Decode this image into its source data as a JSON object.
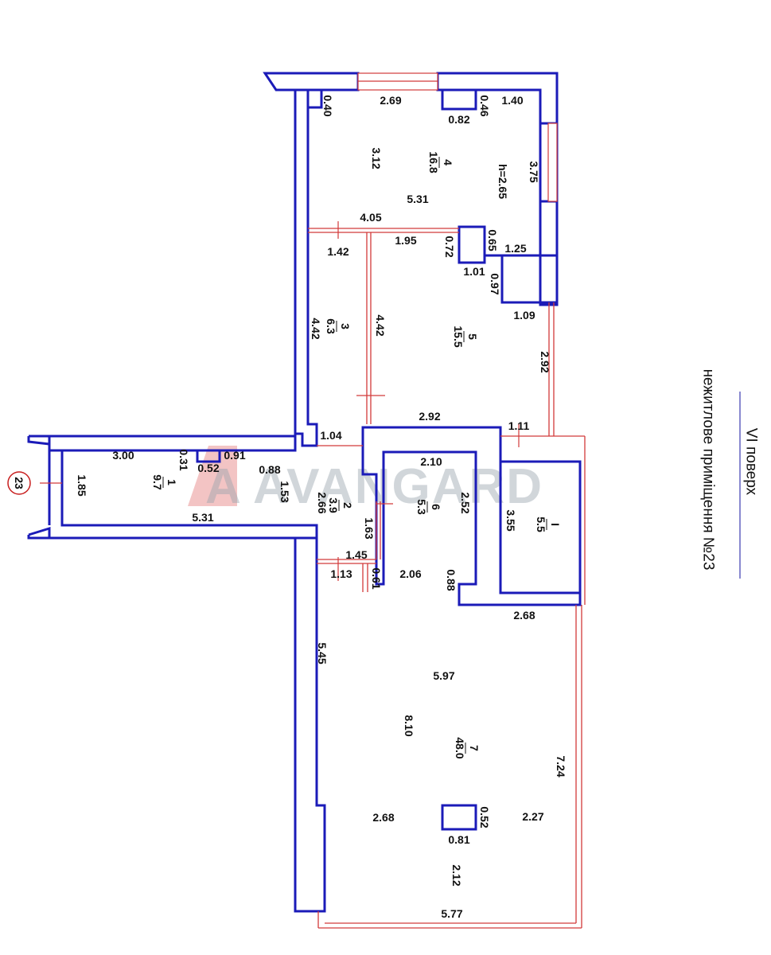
{
  "title": {
    "floor": "VI поверх",
    "premises": "нежитлове приміщення №23"
  },
  "unit_marker": "23",
  "logo": "AVANGARD",
  "logo_letter": "A",
  "height_note": "h=2.65",
  "rooms": [
    {
      "number": "1",
      "area": "9.7"
    },
    {
      "number": "2",
      "area": "3.9"
    },
    {
      "number": "3",
      "area": "6.3"
    },
    {
      "number": "4",
      "area": "16.8"
    },
    {
      "number": "5",
      "area": "15.5"
    },
    {
      "number": "6",
      "area": "5.3"
    },
    {
      "number": "7",
      "area": "48.0"
    },
    {
      "number": "I",
      "area": "5.5"
    }
  ],
  "dimensions": [
    "2.69",
    "1.40",
    "0.40",
    "0.82",
    "0.46",
    "3.12",
    "3.75",
    "5.31",
    "4.05",
    "1.95",
    "0.72",
    "0.65",
    "1.25",
    "1.42",
    "1.01",
    "0.97",
    "1.09",
    "4.42",
    "4.42",
    "2.92",
    "2.92",
    "1.11",
    "1.04",
    "3.00",
    "0.31",
    "0.52",
    "0.91",
    "0.88",
    "1.85",
    "5.31",
    "1.53",
    "2.66",
    "1.63",
    "2.10",
    "2.52",
    "3.55",
    "1.45",
    "1.13",
    "0.61",
    "2.06",
    "0.88",
    "2.68",
    "5.45",
    "5.97",
    "8.10",
    "7.24",
    "2.68",
    "0.52",
    "2.27",
    "0.81",
    "2.12",
    "5.77"
  ]
}
